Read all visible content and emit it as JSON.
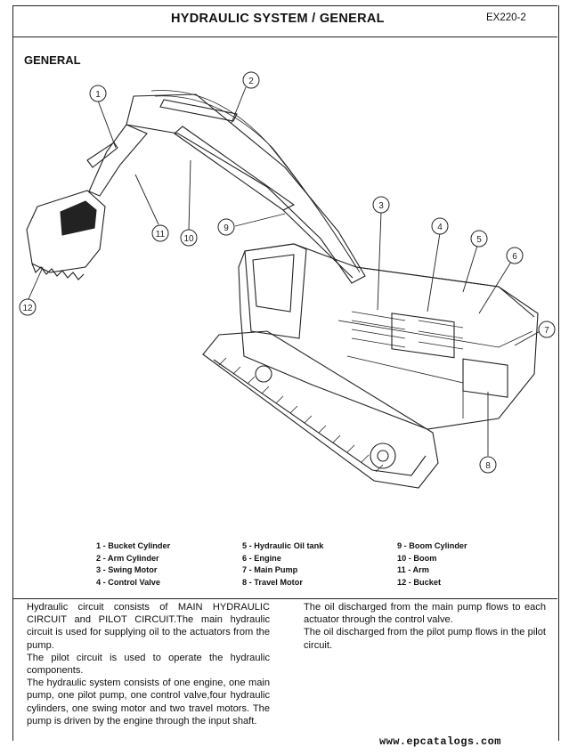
{
  "header": {
    "title_main": "HYDRAULIC SYSTEM",
    "title_sep": " / ",
    "title_sub": "GENERAL",
    "model_code": "EX220-2"
  },
  "section": {
    "title": "GENERAL"
  },
  "callouts": [
    "1",
    "2",
    "3",
    "4",
    "5",
    "6",
    "7",
    "8",
    "9",
    "10",
    "11",
    "12"
  ],
  "legend": {
    "col1": [
      "1 - Bucket Cylinder",
      "2 - Arm Cylinder",
      "3 - Swing Motor",
      "4 - Control Valve"
    ],
    "col2": [
      "5 - Hydraulic Oil tank",
      "6 - Engine",
      "7 - Main Pump",
      "8 - Travel Motor"
    ],
    "col3": [
      "9 - Boom Cylinder",
      "10 - Boom",
      "11 - Arm",
      "12 - Bucket"
    ]
  },
  "body": {
    "left": [
      "Hydraulic circuit consists of MAIN HYDRAULIC CIRCUIT and PILOT CIRCUIT.The main hydraulic circuit is used for supplying oil to the actuators from the pump.",
      "The pilot circuit  is used to operate the hydraulic components.",
      "The hydraulic  system consists of one engine, one main pump, one pilot pump, one control valve,four hydraulic cylinders, one swing motor and two travel motors. The pump is driven by the engine through the input shaft."
    ],
    "right": [
      "The oil discharged from the main pump flows to each actuator through the control valve.",
      "The oil discharged from the pilot  pump flows in the pilot circuit."
    ]
  },
  "footer": {
    "watermark": "www.epcatalogs.com"
  }
}
